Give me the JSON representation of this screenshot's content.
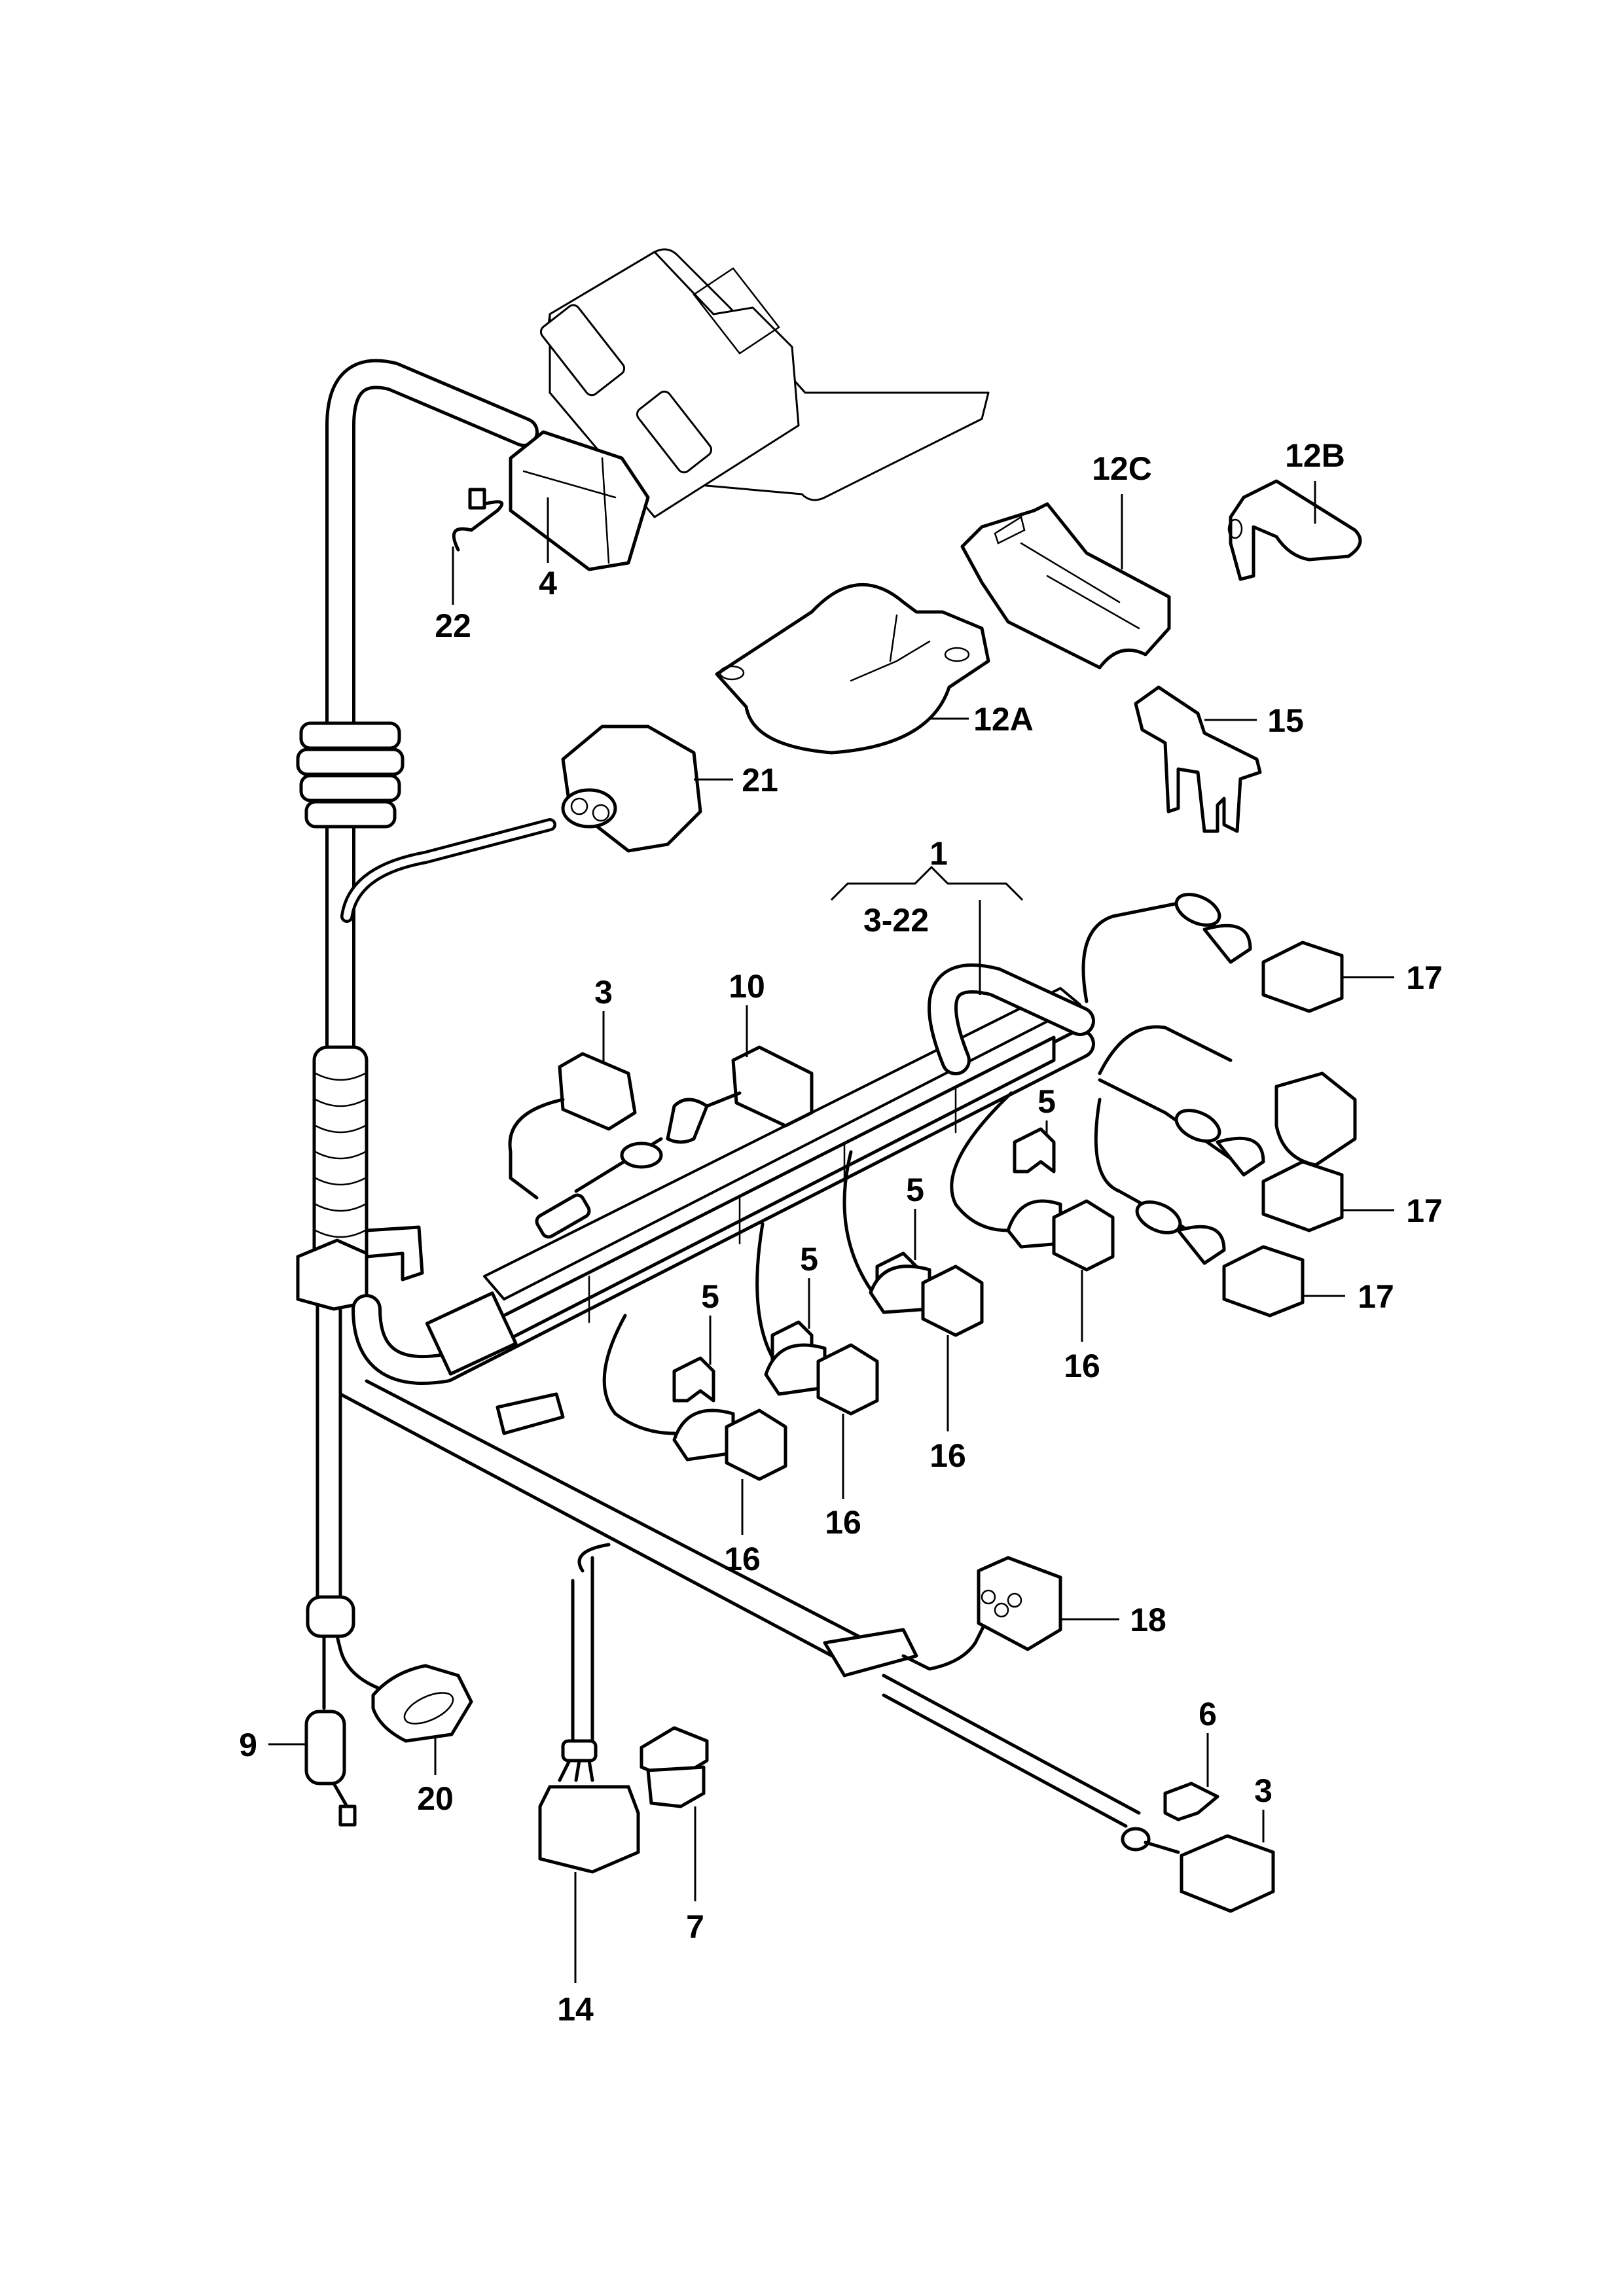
{
  "diagram": {
    "type": "exploded-parts-diagram",
    "subject": "engine wiring harness",
    "colors": {
      "line": "#000000",
      "background": "#ffffff"
    }
  },
  "assembly": {
    "label": "1",
    "range_label": "3-22"
  },
  "callouts": [
    {
      "id": "c-4",
      "label": "4",
      "part": "control-unit-connector"
    },
    {
      "id": "c-22",
      "label": "22",
      "part": "wire-clip"
    },
    {
      "id": "c-12c",
      "label": "12C",
      "part": "bracket"
    },
    {
      "id": "c-12b",
      "label": "12B",
      "part": "bracket-clip"
    },
    {
      "id": "c-12a",
      "label": "12A",
      "part": "mounting-cup"
    },
    {
      "id": "c-15",
      "label": "15",
      "part": "retaining-bracket"
    },
    {
      "id": "c-21",
      "label": "21",
      "part": "connector"
    },
    {
      "id": "c-3a",
      "label": "3",
      "part": "connector"
    },
    {
      "id": "c-10",
      "label": "10",
      "part": "connector"
    },
    {
      "id": "c-17a",
      "label": "17",
      "part": "connector"
    },
    {
      "id": "c-17b",
      "label": "17",
      "part": "connector"
    },
    {
      "id": "c-17c",
      "label": "17",
      "part": "connector"
    },
    {
      "id": "c-5a",
      "label": "5",
      "part": "clip"
    },
    {
      "id": "c-5b",
      "label": "5",
      "part": "clip"
    },
    {
      "id": "c-5c",
      "label": "5",
      "part": "clip"
    },
    {
      "id": "c-5d",
      "label": "5",
      "part": "clip"
    },
    {
      "id": "c-16a",
      "label": "16",
      "part": "injector-connector"
    },
    {
      "id": "c-16b",
      "label": "16",
      "part": "injector-connector"
    },
    {
      "id": "c-16c",
      "label": "16",
      "part": "injector-connector"
    },
    {
      "id": "c-16d",
      "label": "16",
      "part": "injector-connector"
    },
    {
      "id": "c-18",
      "label": "18",
      "part": "connector"
    },
    {
      "id": "c-6",
      "label": "6",
      "part": "clip"
    },
    {
      "id": "c-3b",
      "label": "3",
      "part": "connector"
    },
    {
      "id": "c-9",
      "label": "9",
      "part": "sensor"
    },
    {
      "id": "c-20",
      "label": "20",
      "part": "connector"
    },
    {
      "id": "c-14",
      "label": "14",
      "part": "connector"
    },
    {
      "id": "c-7",
      "label": "7",
      "part": "cap"
    }
  ]
}
